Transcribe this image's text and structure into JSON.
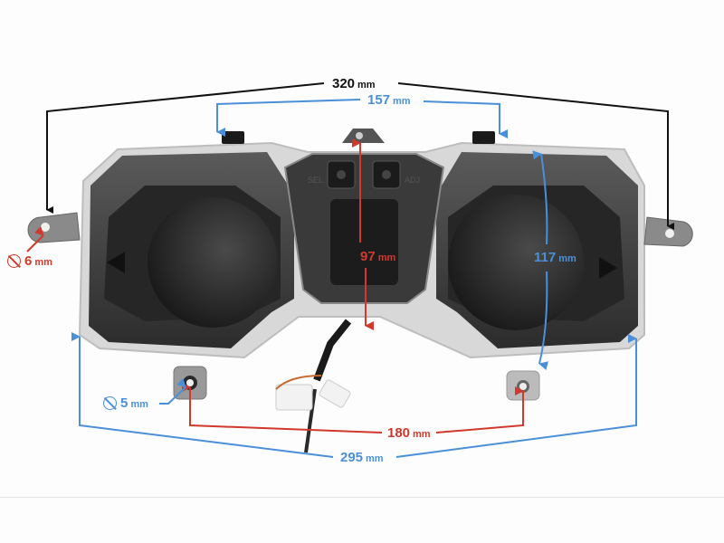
{
  "figure": {
    "subject": "Scooter speedometer / instrument cluster with dimensions",
    "button_labels": [
      "SEL",
      "ADJ"
    ]
  },
  "colors": {
    "black_dim": "#111111",
    "blue_dim": "#4a90d9",
    "red_dim": "#d0392b",
    "background": "#fdfdfd"
  },
  "dimensions": {
    "overall_width": {
      "value": "320",
      "unit": "mm",
      "color": "black"
    },
    "top_mount_spacing": {
      "value": "157",
      "unit": "mm",
      "color": "blue"
    },
    "height_center": {
      "value": "97",
      "unit": "mm",
      "color": "red"
    },
    "height_right": {
      "value": "117",
      "unit": "mm",
      "color": "blue"
    },
    "bottom_mount_spacing": {
      "value": "180",
      "unit": "mm",
      "color": "red"
    },
    "bottom_width": {
      "value": "295",
      "unit": "mm",
      "color": "blue"
    },
    "side_hole_diameter": {
      "value": "6",
      "unit": "mm",
      "color": "red",
      "symbol": "diameter"
    },
    "bottom_hole_diameter": {
      "value": "5",
      "unit": "mm",
      "color": "blue",
      "symbol": "diameter"
    }
  }
}
